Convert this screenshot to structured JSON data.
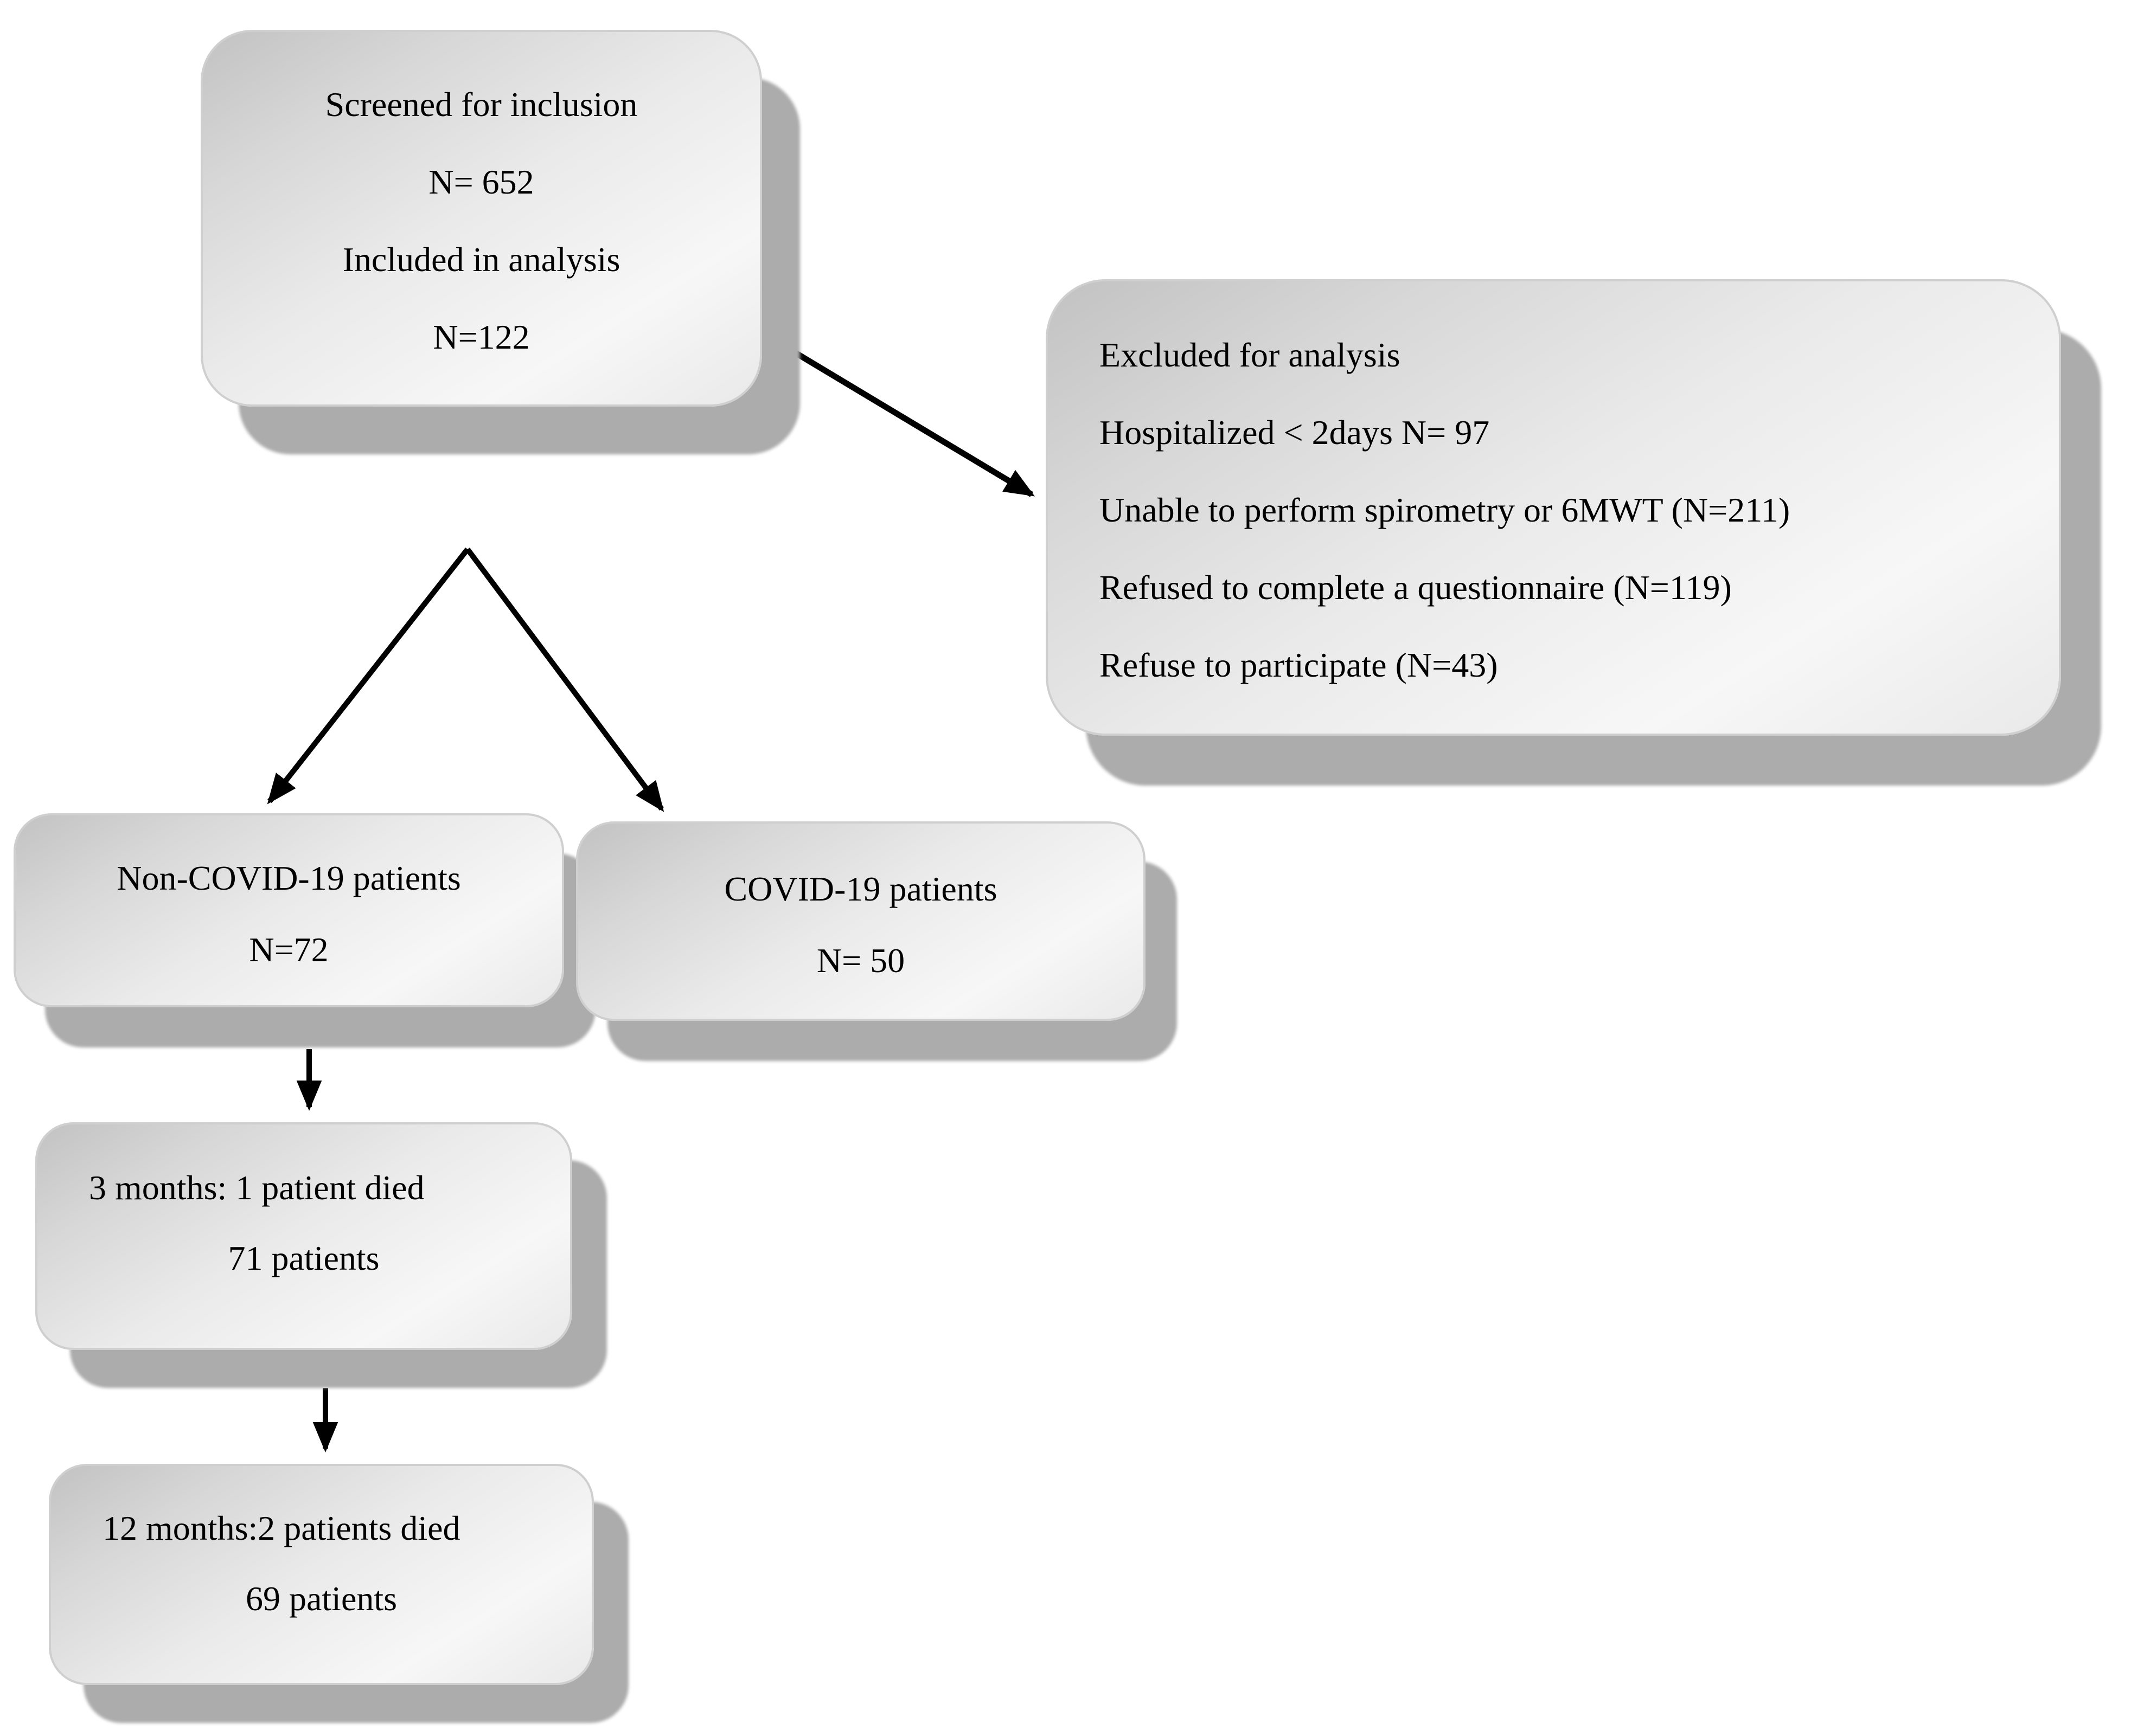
{
  "diagram": {
    "screened_box": {
      "lines": [
        "Screened for inclusion",
        "N= 652",
        "Included in analysis",
        "N=122"
      ]
    },
    "excluded_box": {
      "lines": [
        "Excluded for analysis",
        "Hospitalized < 2days N= 97",
        "Unable to perform spirometry or 6MWT (N=211)",
        "Refused to complete a questionnaire (N=119)",
        "Refuse to participate (N=43)"
      ]
    },
    "non_covid_box": {
      "lines": [
        "Non-COVID-19 patients",
        "N=72"
      ]
    },
    "covid_box": {
      "lines": [
        "COVID-19 patients",
        "N= 50"
      ]
    },
    "three_months_box": {
      "lines": [
        "3 months: 1 patient died",
        "71 patients"
      ]
    },
    "twelve_months_box": {
      "lines": [
        "12 months:2 patients died",
        "69 patients"
      ]
    },
    "colors": {
      "box_fill_light": "#f7f7f7",
      "box_fill_dark": "#c2c2c2",
      "shadow": "#acacac",
      "arrow": "#000000",
      "text": "#000000",
      "background": "#ffffff"
    }
  }
}
